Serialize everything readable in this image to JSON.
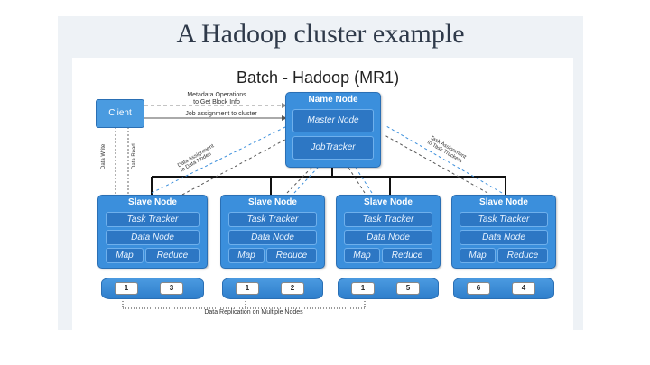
{
  "slide_title": "A Hadoop cluster example",
  "diagram_title": "Batch - Hadoop (MR1)",
  "client_label": "Client",
  "metadata_label_1": "Metadata Operations",
  "metadata_label_2": "to Get Block Info",
  "job_assignment_label": "Job assignment to cluster",
  "data_write_label": "Data Write",
  "data_read_label": "Data Read",
  "data_assignment_1": "Data Assignment",
  "data_assignment_2": "to Data Nodes",
  "task_assignment_1": "Task Assignment",
  "task_assignment_2": "to Task Trackers",
  "name_node": {
    "title": "Name Node",
    "master": "Master Node",
    "jobtracker": "JobTracker"
  },
  "slave_nodes": [
    {
      "title": "Slave Node",
      "task_tracker": "Task Tracker",
      "data_node": "Data Node",
      "map": "Map",
      "reduce": "Reduce",
      "blocks": [
        "1",
        "3"
      ]
    },
    {
      "title": "Slave Node",
      "task_tracker": "Task Tracker",
      "data_node": "Data Node",
      "map": "Map",
      "reduce": "Reduce",
      "blocks": [
        "1",
        "2"
      ]
    },
    {
      "title": "Slave Node",
      "task_tracker": "Task Tracker",
      "data_node": "Data Node",
      "map": "Map",
      "reduce": "Reduce",
      "blocks": [
        "1",
        "5"
      ]
    },
    {
      "title": "Slave Node",
      "task_tracker": "Task Tracker",
      "data_node": "Data Node",
      "map": "Map",
      "reduce": "Reduce",
      "blocks": [
        "6",
        "4"
      ]
    }
  ],
  "replication_label": "Data Replication on Multiple Nodes"
}
